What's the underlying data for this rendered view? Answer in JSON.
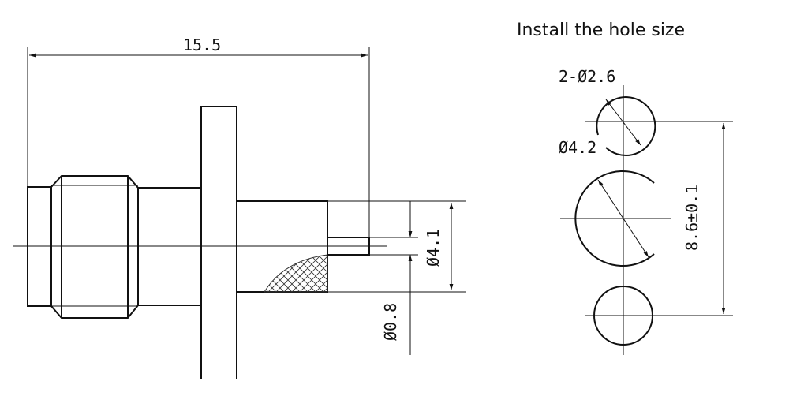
{
  "title": "Install the hole size",
  "connector": {
    "length_label": "15.5",
    "body_diameter_label": "Ø4.1",
    "pin_diameter_label": "Ø0.8"
  },
  "hole_pattern": {
    "mounting_holes_label": "2-Ø2.6",
    "center_hole_label": "Ø4.2",
    "spacing_label": "8.6±0.1"
  },
  "colors": {
    "line": "#111111",
    "background": "#ffffff"
  }
}
